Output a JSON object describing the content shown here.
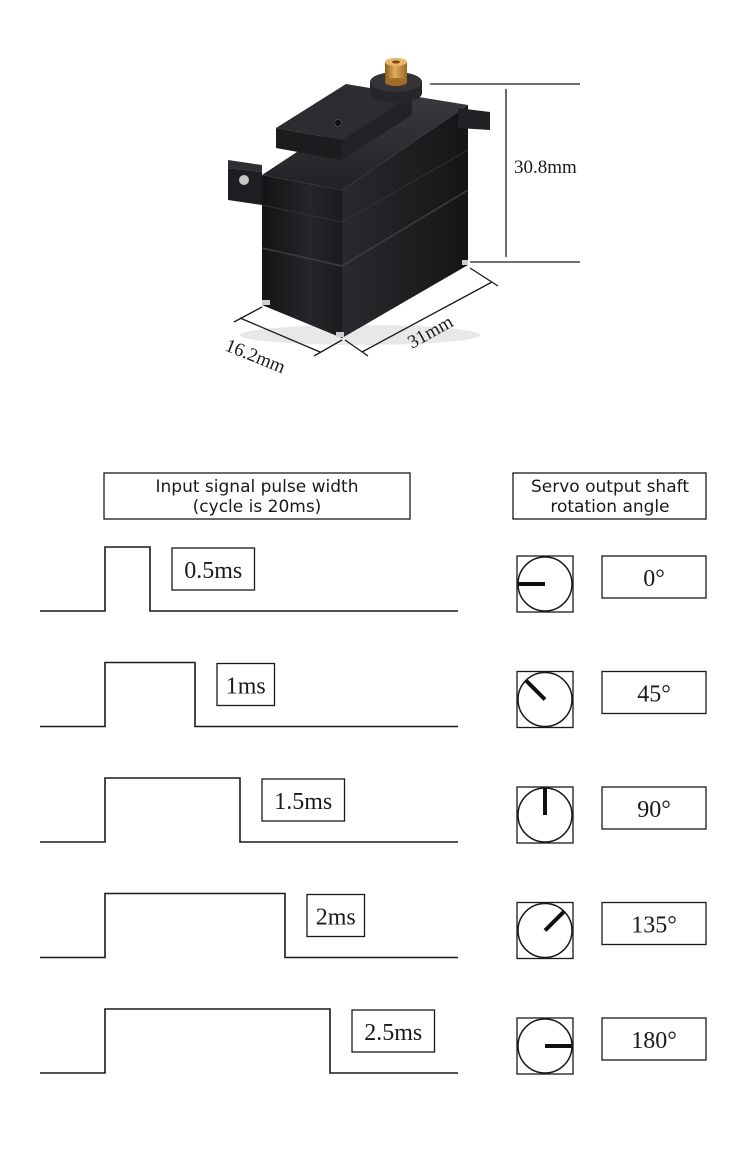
{
  "dimensions": {
    "height": "30.8mm",
    "length": "31mm",
    "width": "16.2mm"
  },
  "headers": {
    "pulse_line1": "Input signal pulse width",
    "pulse_line2": "(cycle is 20ms)",
    "angle_line1": "Servo output shaft",
    "angle_line2": "rotation angle"
  },
  "rows": [
    {
      "pulse": "0.5ms",
      "pulse_ms": 0.5,
      "angle": "0°",
      "angle_deg": 0
    },
    {
      "pulse": "1ms",
      "pulse_ms": 1,
      "angle": "45°",
      "angle_deg": 45
    },
    {
      "pulse": "1.5ms",
      "pulse_ms": 1.5,
      "angle": "90°",
      "angle_deg": 90
    },
    {
      "pulse": "2ms",
      "pulse_ms": 2,
      "angle": "135°",
      "angle_deg": 135
    },
    {
      "pulse": "2.5ms",
      "pulse_ms": 2.5,
      "angle": "180°",
      "angle_deg": 180
    }
  ],
  "colors": {
    "ink": "#1a1a1a",
    "servo_body": "#1c1c1e",
    "gear": "#c8913a"
  }
}
